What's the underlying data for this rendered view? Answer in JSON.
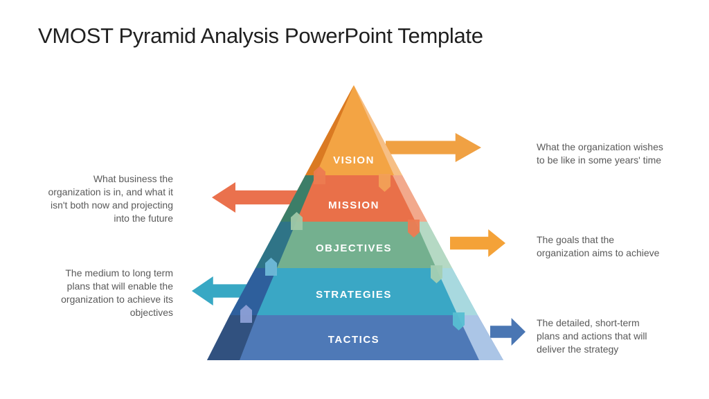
{
  "title": "VMOST Pyramid Analysis PowerPoint Template",
  "pyramid": {
    "layers": [
      {
        "label": "VISION",
        "color": "#F3A444",
        "arrow_side": "right",
        "arrow_color": "#F0A143",
        "note": "What the organization wishes\nto be like in some years' time"
      },
      {
        "label": "MISSION",
        "color": "#E97049",
        "arrow_side": "left",
        "arrow_color": "#EA714D",
        "note": "What business the\norganization is in, and what it\nisn't both now and projecting\ninto the future"
      },
      {
        "label": "OBJECTIVES",
        "color": "#74B08F",
        "arrow_side": "right",
        "arrow_color": "#F4A238",
        "note": "The goals that the\norganization aims to achieve"
      },
      {
        "label": "STRATEGIES",
        "color": "#3AA7C5",
        "arrow_side": "left",
        "arrow_color": "#38A8C4",
        "note": "The medium to long term\nplans that will enable the\norganization to achieve its\nobjectives"
      },
      {
        "label": "TACTICS",
        "color": "#4E79B7",
        "arrow_side": "right",
        "arrow_color": "#4A76B3",
        "note": "The detailed, short-term\nplans and actions that will\ndeliver the strategy"
      }
    ],
    "pegs": [
      {
        "boundary": "vision-mission",
        "side": "left",
        "color": "#EC7B51"
      },
      {
        "boundary": "vision-mission",
        "side": "right",
        "color": "#F2A057"
      },
      {
        "boundary": "mission-objectives",
        "side": "left",
        "color": "#9FC8A8"
      },
      {
        "boundary": "mission-objectives",
        "side": "right",
        "color": "#ED7B52"
      },
      {
        "boundary": "objectives-strategies",
        "side": "left",
        "color": "#6FB9D8"
      },
      {
        "boundary": "objectives-strategies",
        "side": "right",
        "color": "#A4CFB2"
      },
      {
        "boundary": "strategies-tactics",
        "side": "left",
        "color": "#8C9FD6"
      },
      {
        "boundary": "strategies-tactics",
        "side": "right",
        "color": "#57BFD2"
      }
    ]
  },
  "colors": {
    "background": "#FFFFFF",
    "title_text": "#1F1F1F",
    "note_text": "#595959",
    "label_text": "#FFFFFF"
  }
}
